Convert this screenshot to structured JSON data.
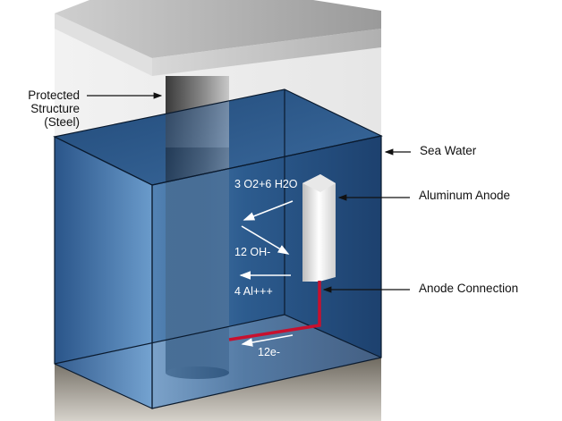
{
  "labels": {
    "protected_structure": [
      "Protected",
      "Structure",
      "(Steel)"
    ],
    "sea_water": "Sea Water",
    "aluminum_anode": "Aluminum Anode",
    "anode_connection": "Anode Connection"
  },
  "reactions": {
    "oxygen_water": "3 O2+6 H2O",
    "hydroxide": "12 OH-",
    "aluminum_ions": "4 Al+++",
    "electrons": "12e-"
  },
  "colors": {
    "water": "#2d5a8e",
    "wire": "#c8102e",
    "pillar": "#555555"
  }
}
